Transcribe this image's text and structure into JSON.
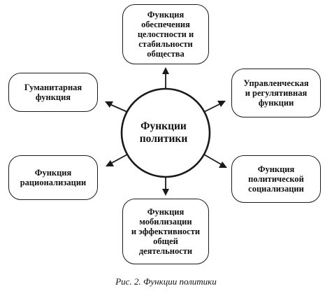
{
  "center": {
    "label": "Функции\nполитики"
  },
  "boxes": {
    "top": "Функция\nобеспечения\nцелостности и\nстабильности\nобщества",
    "top_right": "Управленческая\nи регулятивная\nфункции",
    "bottom_right": "Функция\nполитической\nсоциализации",
    "bottom": "Функция\nмобилизации\nи эффективности\nобщей\nдеятельности",
    "bottom_left": "Функция\nрационализации",
    "top_left": "Гуманитарная\nфункция"
  },
  "caption": "Рис. 2. Функции политики",
  "colors": {
    "stroke": "#1a1a1a",
    "text": "#111111",
    "background": "#ffffff"
  }
}
